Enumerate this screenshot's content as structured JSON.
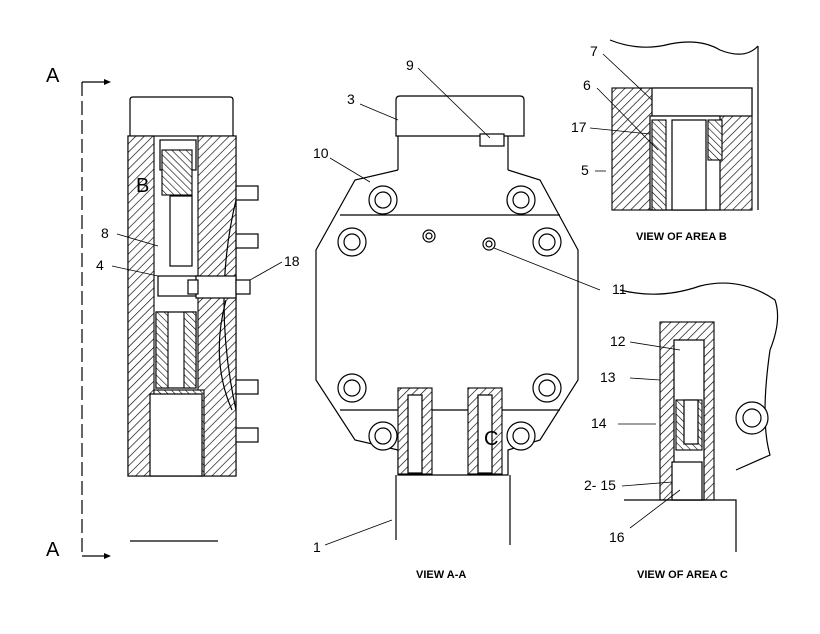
{
  "section_marks": {
    "top": "A",
    "bottom": "A"
  },
  "area_marks": {
    "b": "B",
    "c": "C"
  },
  "callouts": {
    "c1": "1",
    "c2_15": "2- 15",
    "c3": "3",
    "c4": "4",
    "c5": "5",
    "c6": "6",
    "c7": "7",
    "c8": "8",
    "c9": "9",
    "c10": "10",
    "c11": "11",
    "c12": "12",
    "c13": "13",
    "c14": "14",
    "c16": "16",
    "c17": "17",
    "c18": "18"
  },
  "captions": {
    "view_aa": "VIEW A-A",
    "view_b": "VIEW OF AREA B",
    "view_c": "VIEW OF AREA C"
  }
}
